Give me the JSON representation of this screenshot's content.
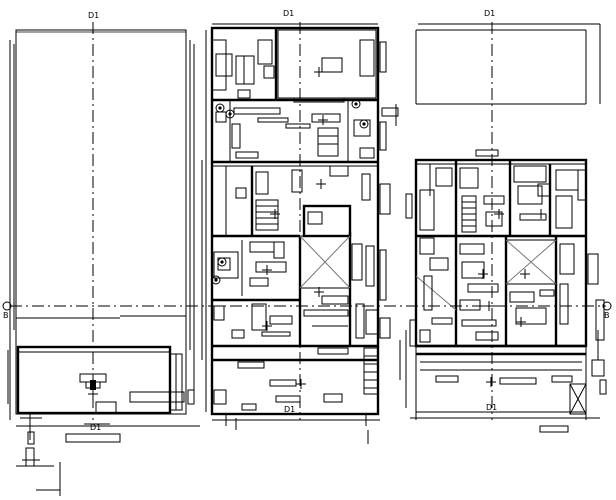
{
  "drawing": {
    "grid_tags": [
      {
        "id": "tag-top-left",
        "text": "D1"
      },
      {
        "id": "tag-top-middle",
        "text": "D1"
      },
      {
        "id": "tag-top-right",
        "text": "D1"
      },
      {
        "id": "tag-bottom-middle",
        "text": "D1"
      },
      {
        "id": "tag-bottom-right",
        "text": "D1"
      },
      {
        "id": "tag-bottom-left",
        "text": "D1"
      },
      {
        "id": "tag-left-axis",
        "text": "B"
      },
      {
        "id": "tag-right-axis",
        "text": "B"
      }
    ]
  }
}
